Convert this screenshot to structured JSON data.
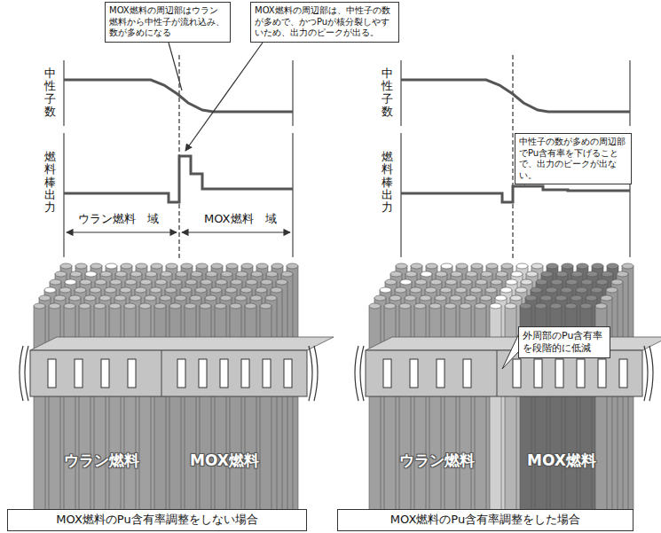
{
  "diagram": {
    "nodes": [
      {
        "text": [
          "MOX燃料の周辺部はウラン燃料から中性子が流れ込み、数が多めになる"
        ]
      },
      {
        "text": [
          "MOX燃料の周辺部は、中性子の数が多めで、かつPuが核分裂しやすいため、出力のピークが出る。"
        ]
      },
      {
        "text": [
          "中性子の数が多めの周辺部でPu含有率を下げることで、出力のピークが出ない。"
        ]
      },
      {
        "text": [
          "外周部のPu含有率を段階的に低減"
        ]
      },
      {
        "text": [
          "MOX燃料のPu含有率調整をしない場合"
        ]
      },
      {
        "text": [
          "MOX燃料のPu含有率調整をした場合"
        ]
      }
    ],
    "labels": [
      "中性子数",
      "燃料棒出力",
      "ウラン燃料　域",
      "MOX燃料　域",
      "ウラン燃料",
      "MOX燃料",
      "中性子数",
      "燃料棒出力",
      "ウラン燃料",
      "MOX燃料"
    ]
  }
}
